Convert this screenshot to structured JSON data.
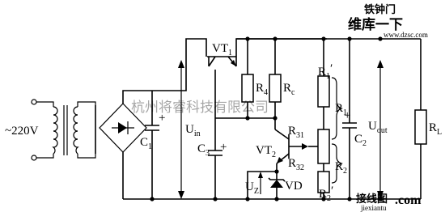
{
  "labels": {
    "ac_source": "~220V",
    "vt1": "VT",
    "vt1_sub": "1",
    "r4": "R",
    "r4_sub": "4",
    "rc": "R",
    "rc_sub": "c",
    "r1p": "R",
    "r1p_sub": "1",
    "r1p_prime": "′",
    "r1": "R",
    "r1_sub": "1",
    "c1": "C",
    "c1_sub": "1",
    "uin": "U",
    "uin_sub": "in",
    "c3": "C",
    "c3_sub": "3",
    "r31": "R",
    "r31_sub": "31",
    "vt2": "VT",
    "vt2_sub": "2",
    "r32": "R",
    "r32_sub": "32",
    "r2": "R",
    "r2_sub": "2",
    "r2p": "R",
    "r2p_sub": "2",
    "r2p_prime": "′",
    "c2": "C",
    "c2_sub": "2",
    "uout": "U",
    "uout_sub": "out",
    "rl": "R",
    "rl_sub": "L",
    "uz": "U",
    "uz_sub": "Z",
    "vd": "VD",
    "plus": "+"
  },
  "watermarks": {
    "top_line1": "铁钟门",
    "top_line2": "维库一下",
    "top_url": "www.dzsc.com",
    "center": "杭州将睿科技有限公司",
    "bottom_main": "接线图",
    "bottom_com": ".com",
    "bottom_url": "jiexiantu"
  },
  "colors": {
    "wire": "#000000",
    "watermark_red": "#d83a2a",
    "watermark_orange": "#e08a2a"
  }
}
